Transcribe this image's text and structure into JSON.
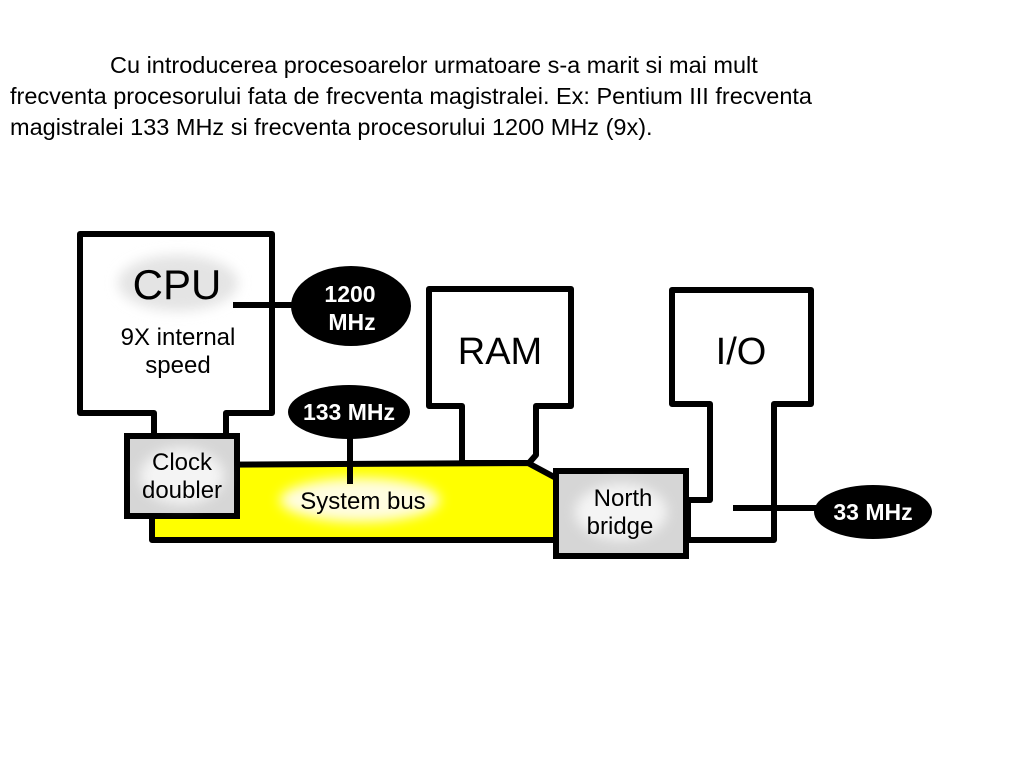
{
  "text": {
    "line1": "Cu introducerea procesoarelor urmatoare s-a marit si mai mult",
    "line2": "frecventa procesorului fata de frecventa magistralei. Ex: Pentium III frecventa",
    "line3": "magistralei 133 MHz si frecventa procesorului 1200 MHz (9x)."
  },
  "diagram": {
    "cpu": {
      "title": "CPU",
      "sub1": "9X internal",
      "sub2": "speed"
    },
    "cpu_freq": {
      "line1": "1200",
      "line2": "MHz"
    },
    "bus_freq": "133 MHz",
    "ram": "RAM",
    "io": "I/O",
    "clock_doubler": {
      "line1": "Clock",
      "line2": "doubler"
    },
    "system_bus": "System bus",
    "north_bridge": {
      "line1": "North",
      "line2": "bridge"
    },
    "io_freq": "33 MHz",
    "colors": {
      "bus": "#ffff00",
      "ink": "#000000",
      "box": "#d6d6d6"
    }
  }
}
